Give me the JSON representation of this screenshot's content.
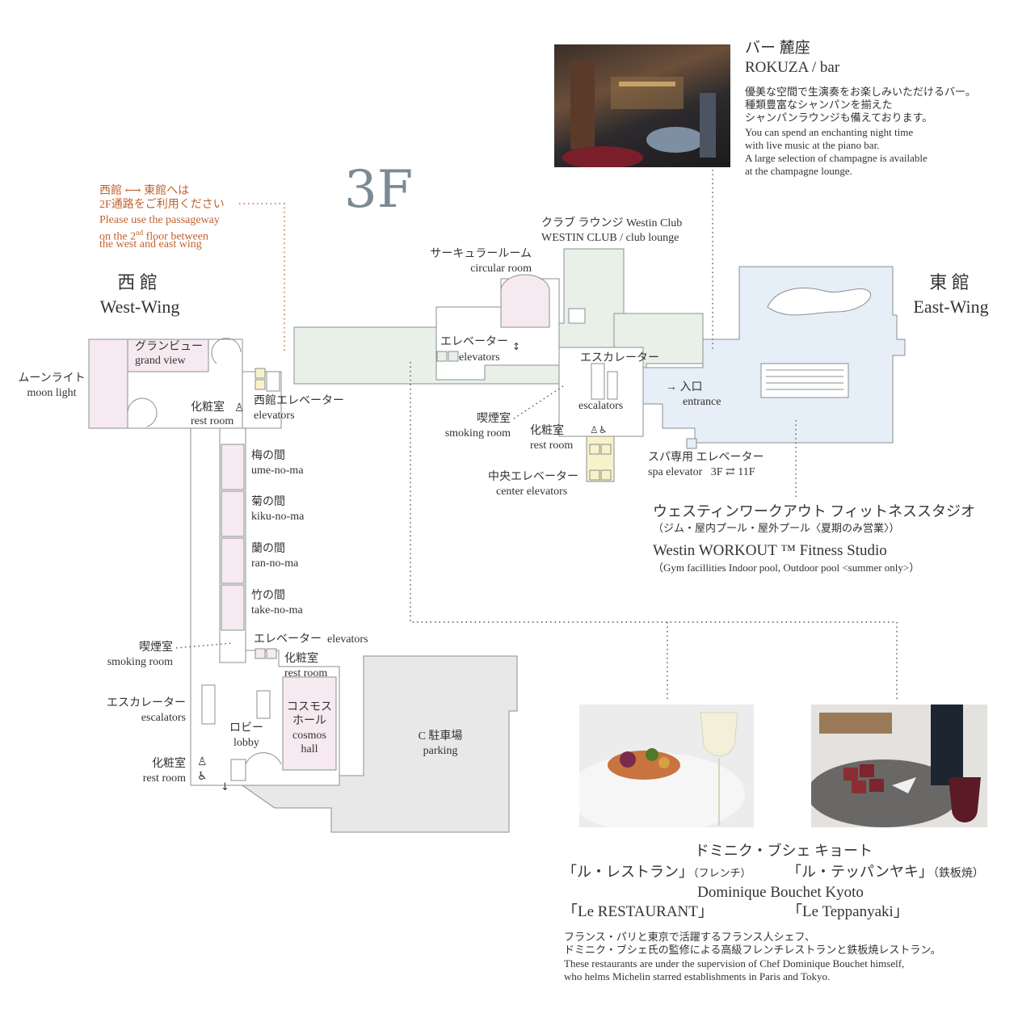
{
  "floor": "3F",
  "passage_note": {
    "ja1": "西館 ⟷ 東館へは",
    "ja2": "2F通路をご利用ください",
    "en1": "Please use the passageway",
    "en2_pre": "on the 2",
    "en2_sup": "nd",
    "en2_post": " floor between",
    "en3": "the west and east wing"
  },
  "west_wing": {
    "ja": "西 館",
    "en": "West-Wing"
  },
  "east_wing": {
    "ja": "東 館",
    "en": "East-Wing"
  },
  "rokuza": {
    "title_ja": "バー 麓座",
    "title_en": "ROKUZA / bar",
    "desc": [
      "優美な空間で生演奏をお楽しみいただけるバー。",
      "種類豊富なシャンパンを揃えた",
      "シャンパンラウンジも備えております。",
      "You can spend an enchanting night time",
      "with live music at the piano bar.",
      "A large selection of champagne is available",
      "at the champagne lounge."
    ]
  },
  "west_rooms": {
    "moonlight_ja": "ムーンライト",
    "moonlight_en": "moon light",
    "grandview_ja": "グランビュー",
    "grandview_en": "grand view",
    "restroom1_ja": "化粧室",
    "restroom1_en": "rest room",
    "west_elev_ja": "西館エレベーター",
    "west_elev_en": "elevators",
    "ume_ja": "梅の間",
    "ume_en": "ume-no-ma",
    "kiku_ja": "菊の間",
    "kiku_en": "kiku-no-ma",
    "ran_ja": "蘭の間",
    "ran_en": "ran-no-ma",
    "take_ja": "竹の間",
    "take_en": "take-no-ma",
    "smoking_ja": "喫煙室",
    "smoking_en": "smoking room",
    "elev2_ja": "エレベーター",
    "elev2_en": "elevators",
    "restroom2_ja": "化粧室",
    "restroom2_en": "rest room",
    "escalator_ja": "エスカレーター",
    "escalator_en": "escalators",
    "lobby_ja": "ロビー",
    "lobby_en": "lobby",
    "cosmos_1": "コスモス",
    "cosmos_2": "ホール",
    "cosmos_3": "cosmos",
    "cosmos_4": "hall",
    "restroom3_ja": "化粧室",
    "restroom3_en": "rest room",
    "parking_ja": "C 駐車場",
    "parking_en": "parking"
  },
  "east_rooms": {
    "club_ja": "クラブ ラウンジ  Westin Club",
    "club_en": "WESTIN CLUB / club lounge",
    "circular_ja": "サーキュラールーム",
    "circular_en": "circular room",
    "elev_ja": "エレベーター",
    "elev_en": "elevators",
    "escalator_ja": "エスカレーター",
    "escalator_en": "escalators",
    "smoking_ja": "喫煙室",
    "smoking_en": "smoking room",
    "restroom_ja": "化粧室",
    "restroom_en": "rest room",
    "center_elev_ja": "中央エレベーター",
    "center_elev_en": "center elevators",
    "entrance_ja": "→ 入口",
    "entrance_en": "entrance",
    "spa_ja": "スパ専用 エレベーター",
    "spa_en": "spa elevator",
    "spa_floors": "3F ⇄ 11F"
  },
  "fitness": {
    "title_ja": "ウェスティンワークアウト フィットネススタジオ",
    "sub_ja": "（ジム・屋内プール・屋外プール〈夏期のみ営業〉）",
    "title_en": "Westin WORKOUT ™  Fitness Studio",
    "sub_en": "（Gym facillities Indoor pool, Outdoor pool <summer only>）"
  },
  "restaurant": {
    "name_ja": "ドミニク・ブシェ キョート",
    "left_ja": "「ル・レストラン」",
    "left_ja_type": "（フレンチ）",
    "right_ja": "「ル・テッパンヤキ」",
    "right_ja_type": "（鉄板焼）",
    "name_en": "Dominique Bouchet Kyoto",
    "left_en": "「Le RESTAURANT」",
    "right_en": "「Le Teppanyaki」",
    "desc": [
      "フランス・パリと東京で活躍するフランス人シェフ、",
      "ドミニク・ブシェ氏の監修による高級フレンチレストランと鉄板焼レストラン。",
      "These restaurants are under the supervision of Chef Dominique Bouchet himself,",
      "who helms Michelin starred establishments in Paris and Tokyo."
    ]
  },
  "colors": {
    "pink": "#f6e9ef",
    "green": "#e8f0e8",
    "blue": "#e6eef7",
    "yellow": "#f7f2c9",
    "gray": "#e8e8e8",
    "outline": "#8a8f93",
    "dots": "#555555",
    "orange": "#c0622e"
  }
}
